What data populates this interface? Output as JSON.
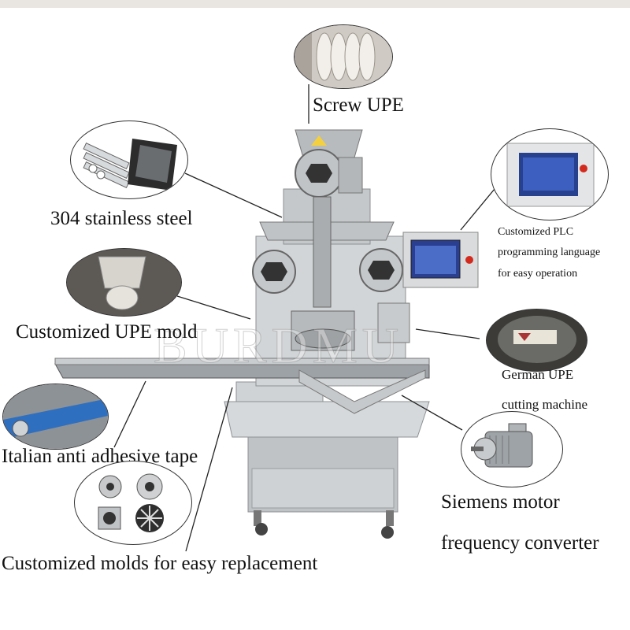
{
  "labels": {
    "screw_upe": "Screw UPE",
    "stainless_steel": "304 stainless steel",
    "plc_line1": "Customized PLC",
    "plc_line2": "programming language",
    "plc_line3": "for easy operation",
    "upe_mold": "Customized UPE mold",
    "german_line1": "German UPE",
    "german_line2": "cutting machine",
    "italian_tape": "Italian anti adhesive tape",
    "siemens_line1": "Siemens motor",
    "siemens_line2": "frequency converter",
    "molds_replacement": "Customized molds for easy replacement"
  },
  "watermark": "BURDMU",
  "colors": {
    "steel": "#c9ccce",
    "steel_dark": "#8d9193",
    "panel_blue": "#2a3f8f",
    "belt_blue": "#2f6fc0",
    "stop_red": "#d32a1e",
    "warning_yellow": "#f4d03f"
  },
  "icons": [
    "screw-icon",
    "pipes-icon",
    "plc-panel-icon",
    "mold-icon",
    "cutter-icon",
    "tape-icon",
    "motor-icon",
    "molds-icon"
  ]
}
